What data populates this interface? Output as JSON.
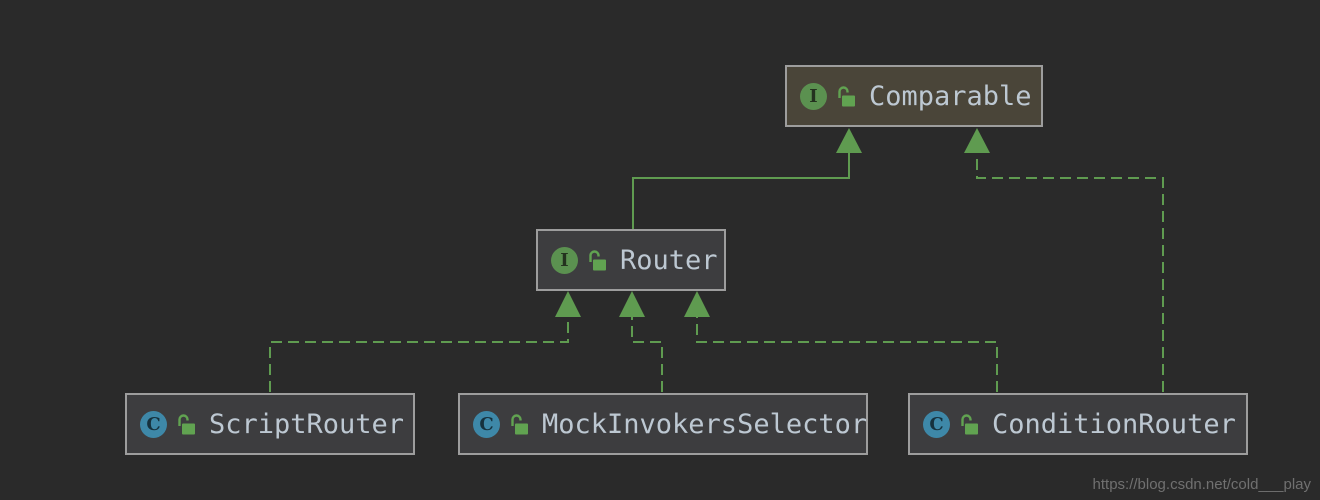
{
  "diagram": {
    "tool": "uml-class-diagram",
    "nodes": [
      {
        "id": "comparable",
        "label": "Comparable",
        "kind": "interface",
        "badge_letter": "I",
        "visibility_icon": "unlocked-icon",
        "highlighted": true
      },
      {
        "id": "router",
        "label": "Router",
        "kind": "interface",
        "badge_letter": "I",
        "visibility_icon": "unlocked-icon",
        "highlighted": false
      },
      {
        "id": "scriptrouter",
        "label": "ScriptRouter",
        "kind": "class",
        "badge_letter": "C",
        "visibility_icon": "unlocked-icon",
        "highlighted": false
      },
      {
        "id": "mockinvokersselector",
        "label": "MockInvokersSelector",
        "kind": "class",
        "badge_letter": "C",
        "visibility_icon": "unlocked-icon",
        "highlighted": false
      },
      {
        "id": "conditionrouter",
        "label": "ConditionRouter",
        "kind": "class",
        "badge_letter": "C",
        "visibility_icon": "unlocked-icon",
        "highlighted": false
      }
    ],
    "edges": [
      {
        "from": "Router",
        "to": "Comparable",
        "relation": "extends",
        "line_style": "solid"
      },
      {
        "from": "ConditionRouter",
        "to": "Comparable",
        "relation": "implements",
        "line_style": "dashed"
      },
      {
        "from": "ScriptRouter",
        "to": "Router",
        "relation": "implements",
        "line_style": "dashed"
      },
      {
        "from": "MockInvokersSelector",
        "to": "Router",
        "relation": "implements",
        "line_style": "dashed"
      },
      {
        "from": "ConditionRouter",
        "to": "Router",
        "relation": "implements",
        "line_style": "dashed"
      }
    ],
    "colors": {
      "background": "#2a2a2a",
      "node_fill": "#3d3d3f",
      "node_fill_highlighted": "#4a4539",
      "node_border": "#9d9d9d",
      "label_text": "#bdc8d2",
      "edge_green": "#5f9b50",
      "interface_badge": "#5b9150",
      "class_badge": "#3e88a8",
      "lock_green": "#61a351"
    }
  },
  "watermark": {
    "text": "https://blog.csdn.net/cold___play"
  }
}
